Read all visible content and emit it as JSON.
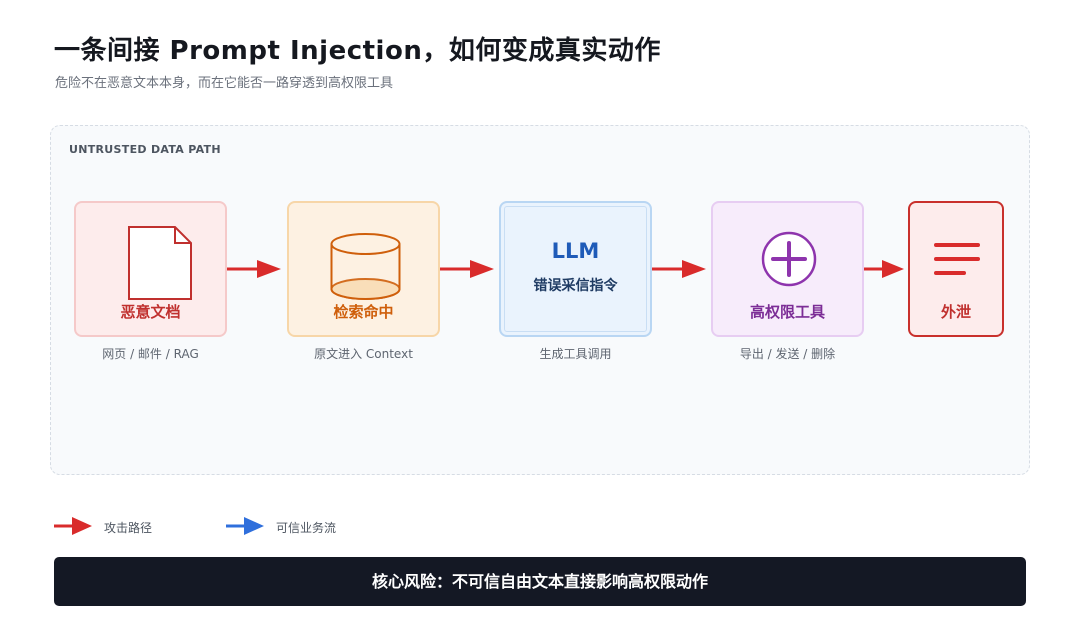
{
  "header": {
    "title": "一条间接 Prompt Injection，如何变成真实动作",
    "subtitle": "危险不在恶意文本本身，而在它能否一路穿透到高权限工具"
  },
  "diagram": {
    "panel_label": "UNTRUSTED DATA PATH",
    "nodes": [
      {
        "label": "恶意文档",
        "caption": "网页 / 邮件 / RAG",
        "icon": "document-icon",
        "color": "#c0302e"
      },
      {
        "label": "检索命中",
        "caption": "原文进入 Context",
        "icon": "database-icon",
        "color": "#cf5f0b"
      },
      {
        "title": "LLM",
        "label": "错误采信指令",
        "caption": "生成工具调用",
        "color": "#1f5bb8"
      },
      {
        "label": "高权限工具",
        "caption": "导出 / 发送 / 删除",
        "icon": "plus-circle-icon",
        "color": "#7c2d96"
      },
      {
        "label": "外泄",
        "icon": "lines-icon",
        "color": "#c0302e"
      }
    ],
    "arrow_color": "#d92b2b"
  },
  "legend": {
    "items": [
      {
        "label": "攻击路径",
        "color": "#d92b2b"
      },
      {
        "label": "可信业务流",
        "color": "#2f6fdc"
      }
    ]
  },
  "footer": {
    "text": "核心风险：不可信自由文本直接影响高权限动作"
  }
}
